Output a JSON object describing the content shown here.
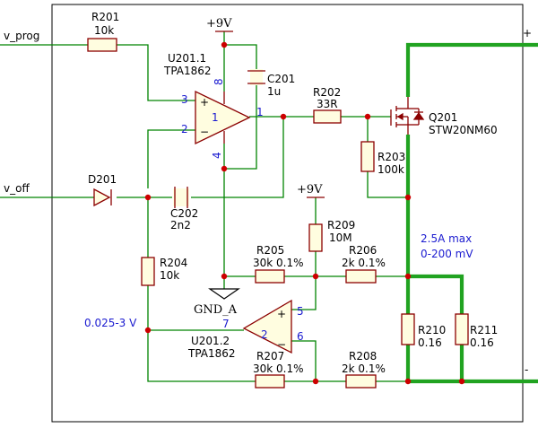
{
  "inputs": {
    "v_prog": "v_prog",
    "v_off": "v_off"
  },
  "output_terminals": {
    "plus": "+",
    "minus": "-"
  },
  "components": {
    "R201": {
      "ref": "R201",
      "value": "10k"
    },
    "U201_1": {
      "ref": "U201.1",
      "value": "TPA1862",
      "pin_plus": "3",
      "pin_minus": "2",
      "pin_out": "1",
      "pin_vcc": "8",
      "pin_gnd": "4"
    },
    "C201": {
      "ref": "C201",
      "value": "1u"
    },
    "R202": {
      "ref": "R202",
      "value": "33R"
    },
    "Q201": {
      "ref": "Q201",
      "value": "STW20NM60"
    },
    "R203": {
      "ref": "R203",
      "value": "100k"
    },
    "D201": {
      "ref": "D201"
    },
    "C202": {
      "ref": "C202",
      "value": "2n2"
    },
    "R209": {
      "ref": "R209",
      "value": "10M"
    },
    "R204": {
      "ref": "R204",
      "value": "10k"
    },
    "R205": {
      "ref": "R205",
      "value": "30k 0.1%"
    },
    "R206": {
      "ref": "R206",
      "value": "2k 0.1%"
    },
    "U201_2": {
      "ref": "U201.2",
      "value": "TPA1862",
      "pin_plus": "5",
      "pin_minus": "6",
      "pin_out": "7"
    },
    "R207": {
      "ref": "R207",
      "value": "30k 0.1%"
    },
    "R208": {
      "ref": "R208",
      "value": "2k 0.1%"
    },
    "R210": {
      "ref": "R210",
      "value": "0.16"
    },
    "R211": {
      "ref": "R211",
      "value": "0.16"
    }
  },
  "power": {
    "vcc_top": "+9V",
    "vcc_mid": "+9V",
    "gnd": "GND_A"
  },
  "notes": {
    "max_current": "2.5A max",
    "sense_range": "0-200 mV",
    "offset_range": "0.025-3 V",
    "pin_plus_sym": "+",
    "pin_minus_sym": "−",
    "pin2_plus_sym": "+",
    "pin2_minus_sym": "−"
  }
}
